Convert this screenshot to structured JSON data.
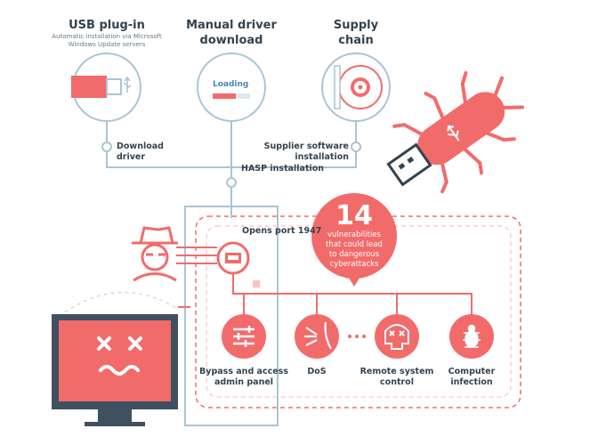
{
  "sources": {
    "usb": {
      "title_line1": "USB plug-in",
      "subtitle_line1": "Automatic installation via Microsoft",
      "subtitle_line2": "Windows Update servers",
      "side_line1": "Download",
      "side_line2": "driver"
    },
    "manual": {
      "title_line1": "Manual driver",
      "title_line2": "download",
      "loading_text": "Loading"
    },
    "supply": {
      "title_line1": "Supply",
      "title_line2": "chain",
      "side_line1": "Supplier software",
      "side_line2": "installation"
    }
  },
  "hasp_label": "HASP installation",
  "port_label": "Opens port 1947",
  "bubble": {
    "number": "14",
    "line1": "vulnerabilities",
    "line2": "that could lead",
    "line3": "to dangerous",
    "line4": "cyberattacks"
  },
  "outcomes": {
    "bypass": {
      "line1": "Bypass and access",
      "line2": "admin panel"
    },
    "dos": {
      "line1": "DoS"
    },
    "remote": {
      "line1": "Remote system",
      "line2": "control"
    },
    "infection": {
      "line1": "Computer",
      "line2": "infection"
    }
  },
  "colors": {
    "accent": "#f26b6b",
    "line": "#a9c4d4",
    "dark": "#34434f",
    "monitor": "#3f5161"
  },
  "icons": [
    "usb-icon",
    "loading-bar-icon",
    "disc-icon",
    "bug-usb-icon",
    "hacker-icon",
    "port-icon",
    "sliders-icon",
    "dos-icon",
    "skull-icon",
    "bug-icon",
    "broken-monitor-icon"
  ]
}
